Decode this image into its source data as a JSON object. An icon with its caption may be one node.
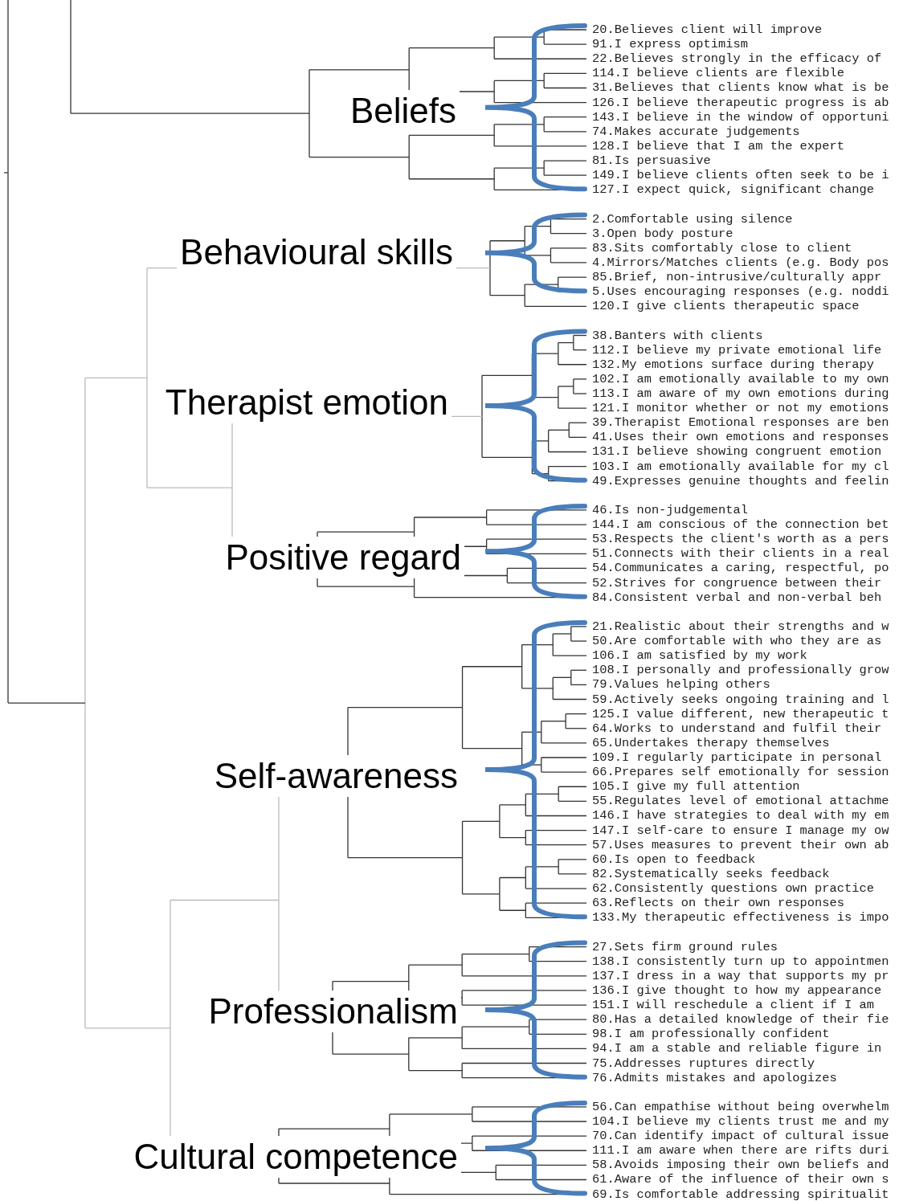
{
  "diagram": {
    "nodes": [
      {
        "text": [
          "Beliefs"
        ],
        "beside": [
          "20.Believes client will improve",
          "91.I express optimism",
          "22.Believes strongly in the efficacy of",
          "114.I believe clients are flexible",
          "31.Believes that clients know what is be",
          "126.I believe therapeutic progress is ab",
          "143.I believe in the window of opportuni",
          "74.Makes accurate judgements",
          "128.I believe that I am the expert",
          "81.Is persuasive",
          "149.I believe clients often seek to be i",
          "127.I expect quick, significant change"
        ]
      },
      {
        "text": [
          "Behavioural skills"
        ],
        "beside": [
          "2.Comfortable using silence",
          "3.Open body posture",
          "83.Sits comfortably close to client",
          "4.Mirrors/Matches clients (e.g. Body pos",
          "85.Brief, non-intrusive/culturally appr",
          "5.Uses encouraging responses (e.g. noddi",
          "120.I give clients therapeutic space"
        ]
      },
      {
        "text": [
          "Therapist emotion"
        ],
        "beside": [
          "38.Banters with clients",
          "112.I believe my private emotional life",
          "132.My emotions surface during therapy",
          "102.I am emotionally available to my own",
          "113.I am aware of my own emotions during",
          "121.I monitor whether or not my emotions",
          "39.Therapist Emotional responses are ben",
          "41.Uses their own emotions and responses",
          "131.I believe showing congruent emotion",
          "103.I am emotionally available for my cl",
          "49.Expresses genuine thoughts and feelin"
        ]
      },
      {
        "text": [
          "Positive regard"
        ],
        "beside": [
          "46.Is non-judgemental",
          "144.I am conscious of the connection bet",
          "53.Respects the client's worth as a pers",
          "51.Connects with their clients in a real",
          "54.Communicates a caring, respectful, po",
          "52.Strives for congruence between their",
          "84.Consistent verbal and non-verbal beh"
        ]
      },
      {
        "text": [
          "Self-awareness"
        ],
        "beside": [
          "21.Realistic about their strengths and w",
          "50.Are comfortable with who they are as",
          "106.I am satisfied by my work",
          "108.I personally and professionally grow",
          "79.Values helping others",
          "59.Actively seeks ongoing training and l",
          "125.I value different, new therapeutic t",
          "64.Works to understand and fulfil their",
          "65.Undertakes therapy themselves",
          "109.I regularly participate in personal",
          "66.Prepares self emotionally for session",
          "105.I give my full attention",
          "55.Regulates level of emotional attachme",
          "146.I have strategies to deal with my em",
          "147.I self-care to ensure I manage my ow",
          "57.Uses measures to prevent their own ab",
          "60.Is open to feedback",
          "82.Systematically seeks feedback",
          "62.Consistently questions own practice",
          "63.Reflects on their own responses",
          "133.My therapeutic effectiveness is impo"
        ]
      },
      {
        "text": [
          "Professionalism"
        ],
        "beside": [
          "27.Sets firm ground rules",
          "138.I consistently turn up to appointmen",
          "137.I dress in a way that supports my pr",
          "136.I give thought to how my appearance",
          "151.I will reschedule a client if I am",
          "80.Has a detailed knowledge of their fie",
          "98.I am professionally confident",
          "94.I am a stable and reliable figure in",
          "75.Addresses ruptures directly",
          "76.Admits mistakes and apologizes"
        ]
      },
      {
        "text": [
          "Cultural competence"
        ],
        "beside": [
          "56.Can empathise without being overwhelm",
          "104.I believe my clients trust me and my",
          "70.Can identify impact of cultural issue",
          "111.I am aware when there are rifts duri",
          "58.Avoids imposing their own beliefs and",
          "61.Aware of the influence of their own s",
          "69.Is comfortable addressing spiritualit"
        ]
      }
    ]
  }
}
